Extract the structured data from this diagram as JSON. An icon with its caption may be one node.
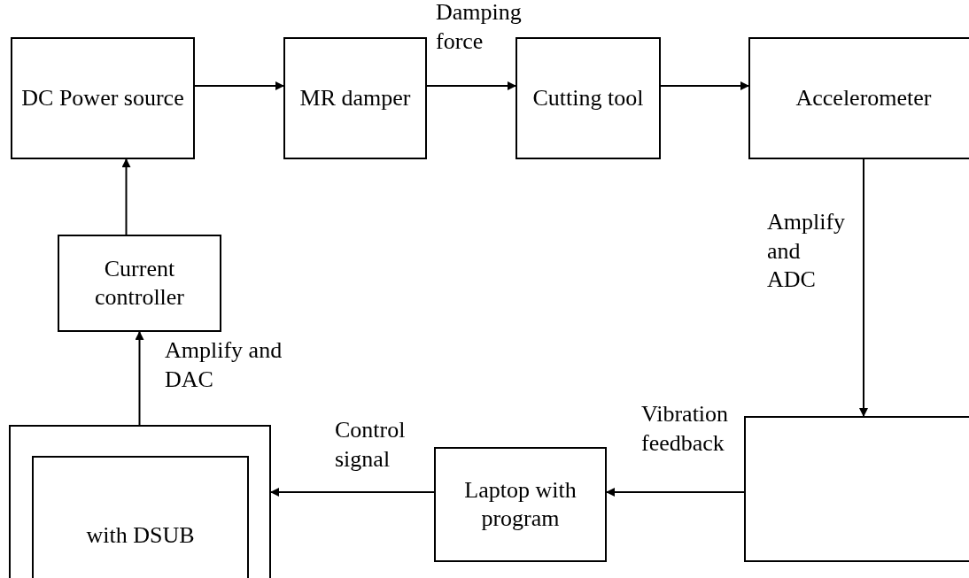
{
  "diagram": {
    "nodes": [
      {
        "text": [
          "DC Power source"
        ]
      },
      {
        "text": [
          "MR damper"
        ]
      },
      {
        "text": [
          "Cutting tool"
        ]
      },
      {
        "text": [
          "Accelerometer"
        ]
      },
      {
        "text": [
          "Current controller"
        ]
      },
      {
        "text": [],
        "shape": "box"
      },
      {
        "text": [
          "with DSUB"
        ],
        "in": 5
      },
      {
        "text": [
          "Laptop with program"
        ]
      },
      {
        "text": [],
        "shape": "box"
      }
    ],
    "edges": [
      {
        "from": 0,
        "to": 1,
        "arrow": "to"
      },
      {
        "from": 1,
        "to": 2,
        "arrow": "to",
        "label": "Damping force"
      },
      {
        "from": 2,
        "to": 3,
        "arrow": "to"
      },
      {
        "from": 3,
        "to": 8,
        "arrow": "to",
        "label": "Amplify and ADC"
      },
      {
        "from": 8,
        "to": 7,
        "arrow": "to",
        "label": "Vibration feedback"
      },
      {
        "from": 7,
        "to": 5,
        "arrow": "to",
        "label": "Control signal"
      },
      {
        "from": 5,
        "to": 4,
        "arrow": "to",
        "label": "Amplify and DAC"
      },
      {
        "from": 4,
        "to": 0,
        "arrow": "to"
      }
    ]
  }
}
